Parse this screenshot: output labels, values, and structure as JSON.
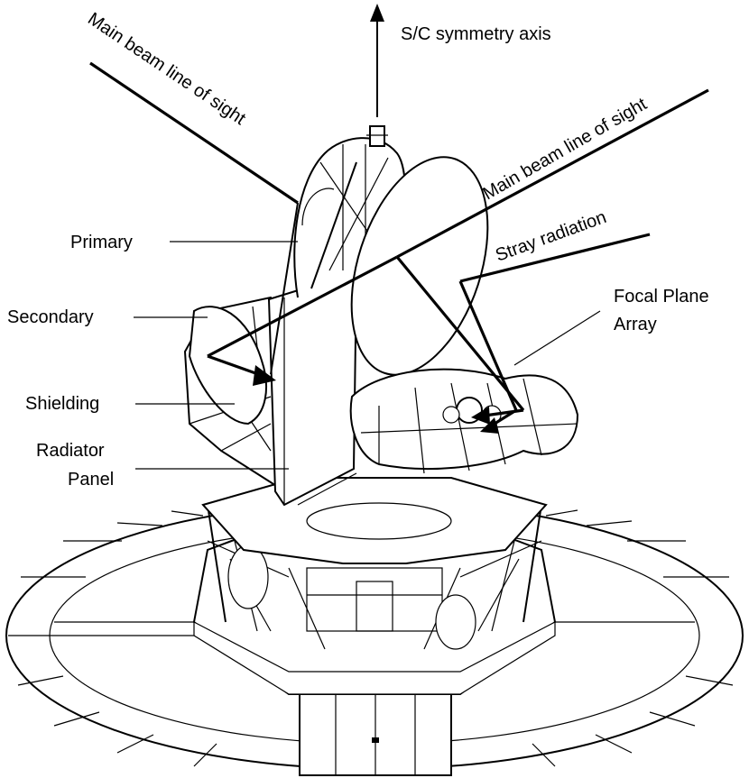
{
  "diagram": {
    "labels": {
      "symmetry_axis": "S/C symmetry axis",
      "main_beam_left": "Main beam line of sight",
      "main_beam_right": "Main beam line of sight",
      "stray_radiation": "Stray radiation",
      "primary": "Primary",
      "secondary": "Secondary",
      "focal_plane_line1": "Focal Plane",
      "focal_plane_line2": "Array",
      "shielding": "Shielding",
      "radiator_line1": "Radiator",
      "radiator_line2": "Panel"
    },
    "colors": {
      "ink": "#000000",
      "paper": "#ffffff"
    }
  }
}
